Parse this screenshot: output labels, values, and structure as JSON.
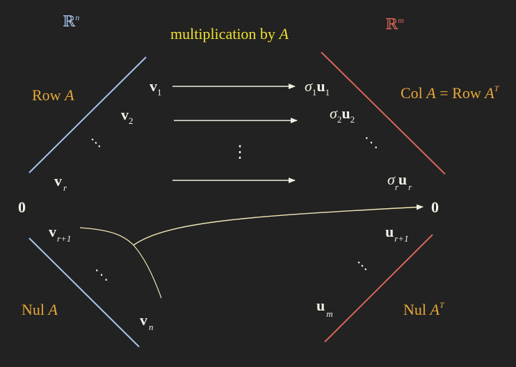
{
  "spaces": {
    "domain": {
      "symbol": "ℝ",
      "exp": "n"
    },
    "codomain": {
      "symbol": "ℝ",
      "exp": "m"
    }
  },
  "map_label": {
    "text": "multiplication by ",
    "matrix": "A"
  },
  "subspaces": {
    "row": {
      "text": "Row ",
      "matrix": "A"
    },
    "col": {
      "text": "Col ",
      "matrix": "A",
      "eq": " = Row ",
      "matrix2": "A",
      "sup": "T"
    },
    "nul": {
      "text": "Nul ",
      "matrix": "A"
    },
    "nul_t": {
      "text": "Nul ",
      "matrix": "A",
      "sup": "T"
    }
  },
  "zero": "0",
  "ellipsis_vertical": "⋮",
  "ellipsis_diag": "⋱",
  "left_vectors": {
    "v1": {
      "base": "v",
      "sub": "1"
    },
    "v2": {
      "base": "v",
      "sub": "2"
    },
    "vr": {
      "base": "v",
      "sub": "r"
    },
    "vr1": {
      "base": "v",
      "sub": "r+1"
    },
    "vn": {
      "base": "v",
      "sub": "n"
    }
  },
  "right_vectors": {
    "su1": {
      "sigma": "σ",
      "ssub": "1",
      "base": "u",
      "sub": "1"
    },
    "su2": {
      "sigma": "σ",
      "ssub": "2",
      "base": "u",
      "sub": "2"
    },
    "sur": {
      "sigma": "σ",
      "ssub": "r",
      "base": "u",
      "sub": "r"
    },
    "ur1": {
      "base": "u",
      "sub": "r+1"
    },
    "um": {
      "base": "u",
      "sub": "m"
    }
  },
  "colors": {
    "background": "#222222",
    "text": "#f2efe4",
    "domain_blue": "#a9c6f0",
    "codomain_red": "#d9665a",
    "subspace_label": "#e8a838",
    "map_label": "#f0e030"
  }
}
